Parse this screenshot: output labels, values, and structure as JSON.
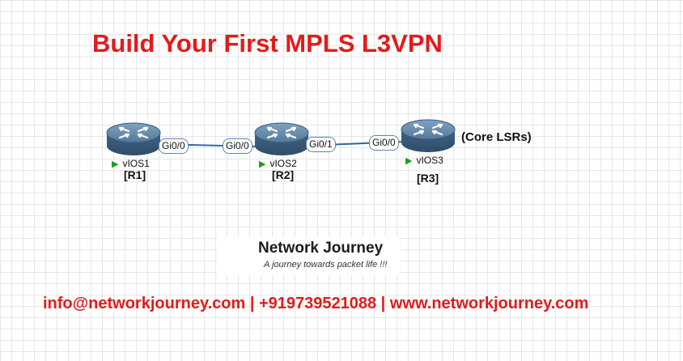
{
  "title": "Build Your First MPLS L3VPN",
  "routers": [
    {
      "name": "vIOS1",
      "tag": "[R1]"
    },
    {
      "name": "vIOS2",
      "tag": "[R2]"
    },
    {
      "name": "vIOS3",
      "tag": "[R3]"
    }
  ],
  "links": [
    {
      "from_port": "Gi0/0",
      "to_port": "Gi0/0"
    },
    {
      "from_port": "Gi0/1",
      "to_port": "Gi0/0"
    }
  ],
  "annotation": "(Core LSRs)",
  "logo": {
    "title": "Network Journey",
    "tagline": "A journey towards packet life !!!"
  },
  "contact": "info@networkjourney.com | +919739521088 | www.networkjourney.com",
  "colors": {
    "title": "#e31b1b",
    "router_body": "#4a6f90",
    "link": "#2c6aa3",
    "run_indicator": "#1f9e1f",
    "port_border": "#5b86b5"
  },
  "icons": {
    "router": "router-icon",
    "run": "play-icon",
    "logo": "globe-icon"
  }
}
